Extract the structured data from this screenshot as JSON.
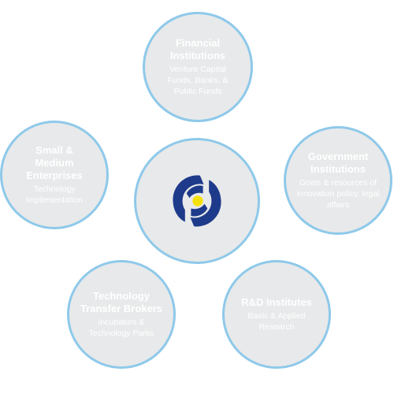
{
  "nodes": {
    "financial": {
      "title": "Financial Institutions",
      "desc": "Venture Capital Funds, Banks, & Public Funds"
    },
    "sme": {
      "title": "Small & Medium Enterprises",
      "desc": "Technology Implementation"
    },
    "government": {
      "title": "Government Institutions",
      "desc": "Goals & resources of innovation policy, legal affairs"
    },
    "ttb": {
      "title": "Technology Transfer Brokers",
      "desc": "Incubators & Technology Parks"
    },
    "rnd": {
      "title": "R&D Institutes",
      "desc": "Basic & Applied Research"
    }
  },
  "center": {
    "logo_icon": "twin-arc-logo-icon",
    "logo_color": "#1e3a8a",
    "logo_dot_color": "#f5e10a"
  },
  "colors": {
    "node_fill": "#e8e9ea",
    "node_border": "#8ec9ea",
    "node_text": "#ffffff"
  }
}
